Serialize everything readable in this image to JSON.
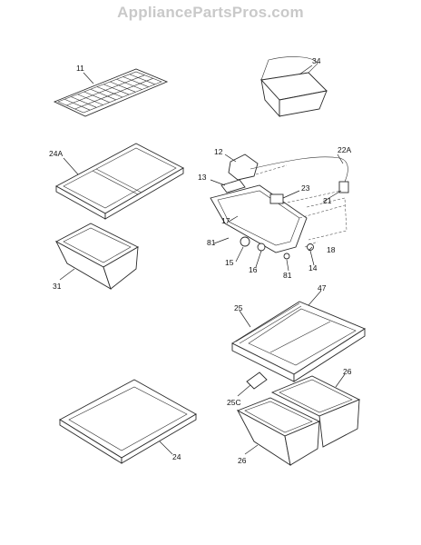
{
  "site": {
    "watermark": "AppliancePartsPros.com"
  },
  "diagram": {
    "callouts": [
      "11",
      "34",
      "24A",
      "12",
      "22A",
      "13",
      "23",
      "21",
      "17",
      "81",
      "18",
      "15",
      "16",
      "81",
      "14",
      "31",
      "47",
      "25",
      "26",
      "25C",
      "26",
      "24"
    ]
  }
}
